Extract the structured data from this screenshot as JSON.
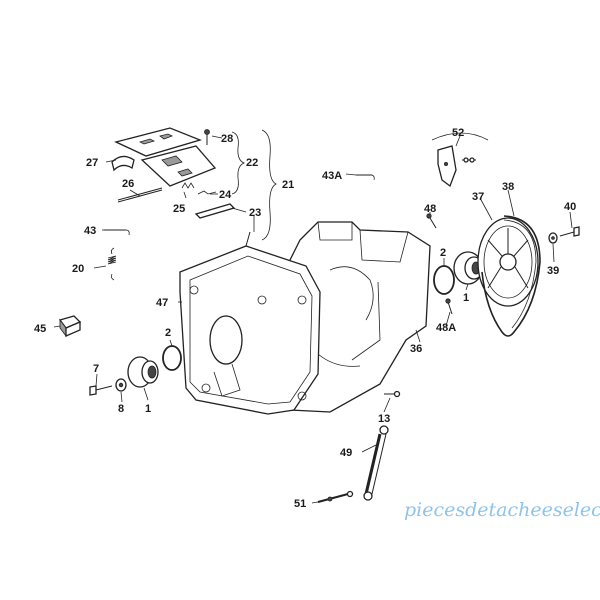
{
  "labels": {
    "l1": "1",
    "l2": "2",
    "l7": "7",
    "l8": "8",
    "l13": "13",
    "l20": "20",
    "l21": "21",
    "l22": "22",
    "l23": "23",
    "l24": "24",
    "l25": "25",
    "l26": "26",
    "l27": "27",
    "l28": "28",
    "l36": "36",
    "l37": "37",
    "l38": "38",
    "l39": "39",
    "l40": "40",
    "l43": "43",
    "l43a": "43A",
    "l45": "45",
    "l47": "47",
    "l48": "48",
    "l48a": "48A",
    "l49": "49",
    "l51": "51",
    "l52": "52"
  },
  "watermark": "piecesdetacheeselec.com"
}
